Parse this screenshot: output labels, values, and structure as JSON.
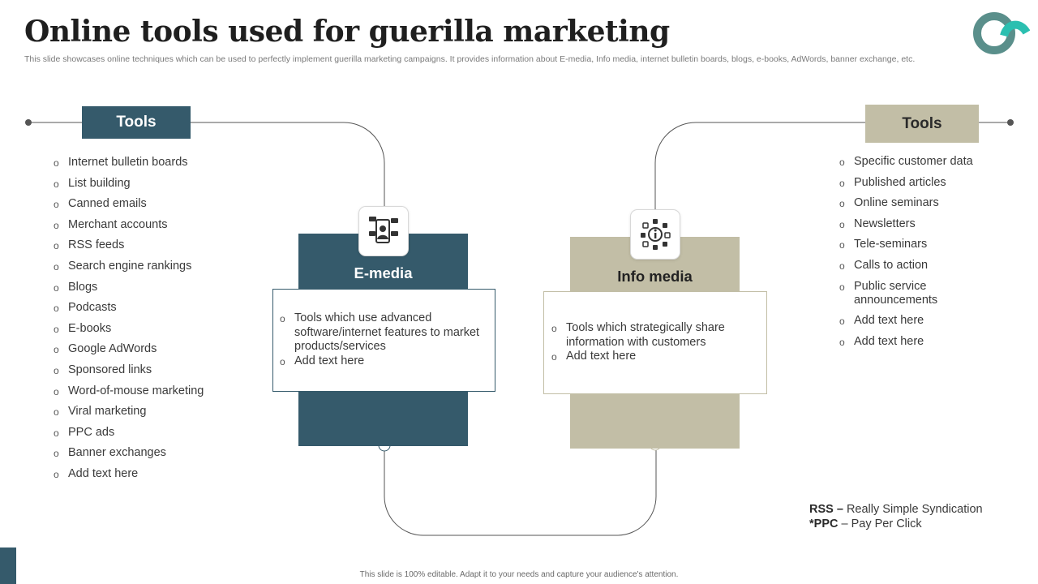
{
  "title": "Online tools used for guerilla marketing",
  "subtitle": "This slide showcases online techniques which can be used to perfectly implement guerilla marketing campaigns. It provides information about E-media, Info media, internet bulletin boards, blogs, e-books, AdWords, banner exchange, etc.",
  "left": {
    "label": "Tools",
    "items": [
      "Internet bulletin boards",
      "List building",
      "Canned emails",
      "Merchant accounts",
      "RSS feeds",
      "Search engine rankings",
      "Blogs",
      "Podcasts",
      "E-books",
      "Google AdWords",
      "Sponsored links",
      "Word-of-mouse marketing",
      "Viral marketing",
      "PPC ads",
      "Banner exchanges",
      "Add text here"
    ]
  },
  "right": {
    "label": "Tools",
    "items": [
      "Specific customer data",
      "Published articles",
      "Online seminars",
      "Newsletters",
      "Tele-seminars",
      "Calls to action",
      "Public service announcements",
      "Add text here",
      "Add text here"
    ]
  },
  "emedia": {
    "title": "E-media",
    "icon": "person-on-phone-icon",
    "bullets": [
      "Tools which use advanced software/internet features to market products/services",
      "Add text here"
    ]
  },
  "info_media": {
    "title": "Info media",
    "icon": "info-social-icon",
    "bullets": [
      "Tools which strategically share information with customers",
      "Add text here"
    ]
  },
  "notes": {
    "rss_abbr": "RSS –",
    "rss_text": " Really Simple Syndication",
    "ppc_abbr": "*PPC",
    "ppc_text": " – Pay Per Click"
  },
  "footer": "This slide is 100% editable. Adapt it to your needs and capture your audience's attention.",
  "colors": {
    "primary": "#355a6b",
    "secondary": "#c2bea6",
    "logo_teal": "#2bbfb0"
  }
}
